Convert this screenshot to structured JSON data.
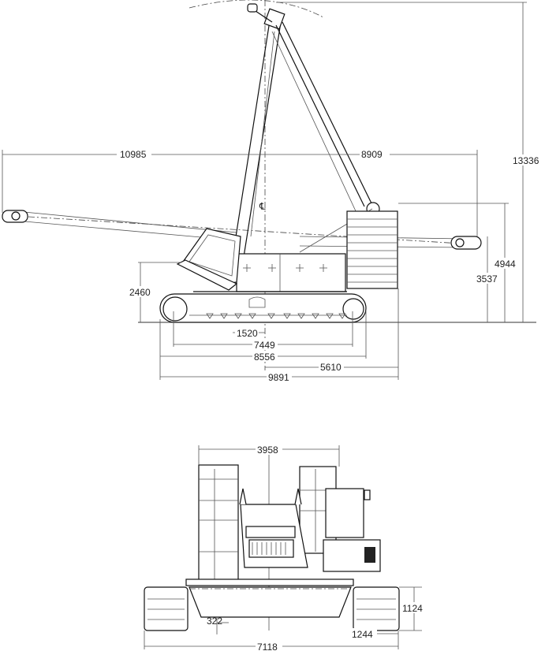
{
  "side_view": {
    "dimensions": {
      "jib_reach_left": "10985",
      "jib_reach_right": "8909",
      "total_height": "13336",
      "jib_tip_height": "4944",
      "counterweight_height": "3537",
      "superstructure_height": "2460",
      "slew_offset": "1520",
      "tumbler_distance": "7449",
      "track_length": "8556",
      "tail_radius": "5610",
      "overall_length": "9891"
    },
    "centerline_symbol": "℄"
  },
  "front_view": {
    "dimensions": {
      "counterweight_width": "3958",
      "track_height": "1124",
      "track_width": "1244",
      "ground_clearance": "322",
      "overall_width": "7118"
    }
  }
}
